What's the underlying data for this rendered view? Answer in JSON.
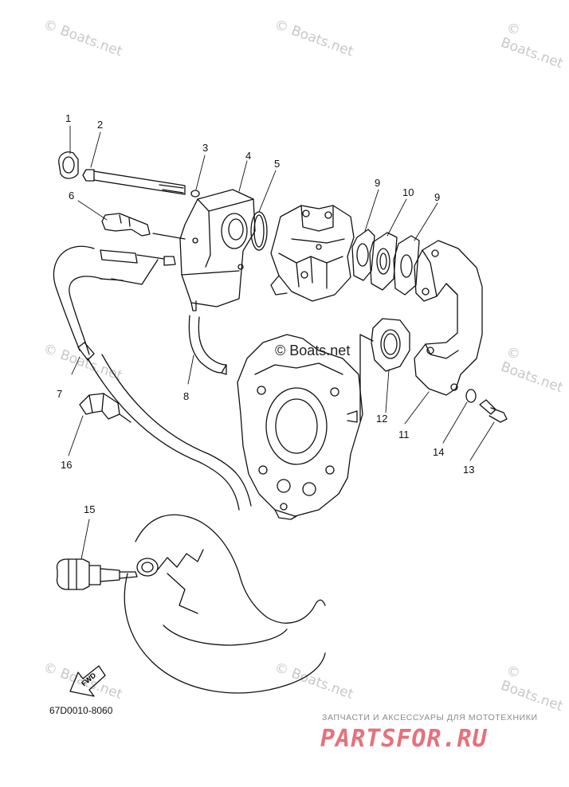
{
  "watermark": "© Boats.net",
  "center_watermark": "© Boats.net",
  "part_code": "67D0010-8060",
  "fwd_label": "FWD",
  "brand": {
    "tagline": "ЗАПЧАСТИ И АКСЕССУАРЫ ДЛЯ МОТОТЕХНИКИ",
    "logo": "PARTSFOR.RU"
  },
  "callouts": [
    "1",
    "2",
    "3",
    "4",
    "5",
    "6",
    "7",
    "8",
    "9",
    "10",
    "9",
    "11",
    "12",
    "13",
    "14",
    "15",
    "16"
  ]
}
